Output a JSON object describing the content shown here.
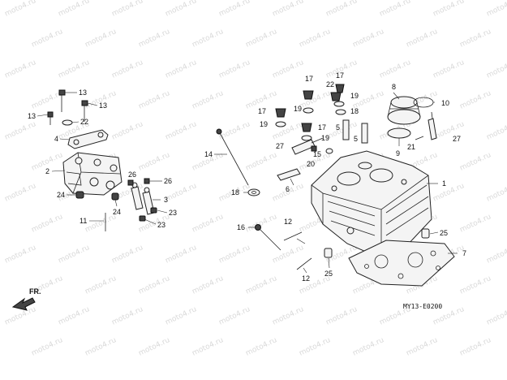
{
  "watermark": "moto4.ru",
  "diagram_code": "MY13-E0200",
  "direction_label": "FR.",
  "callouts": [
    {
      "id": "c13a",
      "text": "13"
    },
    {
      "id": "c13b",
      "text": "13"
    },
    {
      "id": "c13c",
      "text": "13"
    },
    {
      "id": "c22a",
      "text": "22"
    },
    {
      "id": "c4",
      "text": "4"
    },
    {
      "id": "c2",
      "text": "2"
    },
    {
      "id": "c24a",
      "text": "24"
    },
    {
      "id": "c26a",
      "text": "26"
    },
    {
      "id": "c26b",
      "text": "26"
    },
    {
      "id": "c3",
      "text": "3"
    },
    {
      "id": "c24b",
      "text": "24"
    },
    {
      "id": "c11",
      "text": "11"
    },
    {
      "id": "c23a",
      "text": "23"
    },
    {
      "id": "c23b",
      "text": "23"
    },
    {
      "id": "c14",
      "text": "14"
    },
    {
      "id": "c17a",
      "text": "17"
    },
    {
      "id": "c22b",
      "text": "22"
    },
    {
      "id": "c17b",
      "text": "17"
    },
    {
      "id": "c19a",
      "text": "19"
    },
    {
      "id": "c18a",
      "text": "18"
    },
    {
      "id": "c19b",
      "text": "19"
    },
    {
      "id": "c17c",
      "text": "17"
    },
    {
      "id": "c19c",
      "text": "19"
    },
    {
      "id": "c17d",
      "text": "17"
    },
    {
      "id": "c19d",
      "text": "19"
    },
    {
      "id": "c27a",
      "text": "27"
    },
    {
      "id": "c15",
      "text": "15"
    },
    {
      "id": "c20",
      "text": "20"
    },
    {
      "id": "c5a",
      "text": "5"
    },
    {
      "id": "c5b",
      "text": "5"
    },
    {
      "id": "c8",
      "text": "8"
    },
    {
      "id": "c10",
      "text": "10"
    },
    {
      "id": "c27b",
      "text": "27"
    },
    {
      "id": "c21",
      "text": "21"
    },
    {
      "id": "c9",
      "text": "9"
    },
    {
      "id": "c6",
      "text": "6"
    },
    {
      "id": "c18b",
      "text": "18"
    },
    {
      "id": "c1",
      "text": "1"
    },
    {
      "id": "c16",
      "text": "16"
    },
    {
      "id": "c12a",
      "text": "12"
    },
    {
      "id": "c25a",
      "text": "25"
    },
    {
      "id": "c7",
      "text": "7"
    },
    {
      "id": "c12b",
      "text": "12"
    },
    {
      "id": "c25b",
      "text": "25"
    }
  ]
}
